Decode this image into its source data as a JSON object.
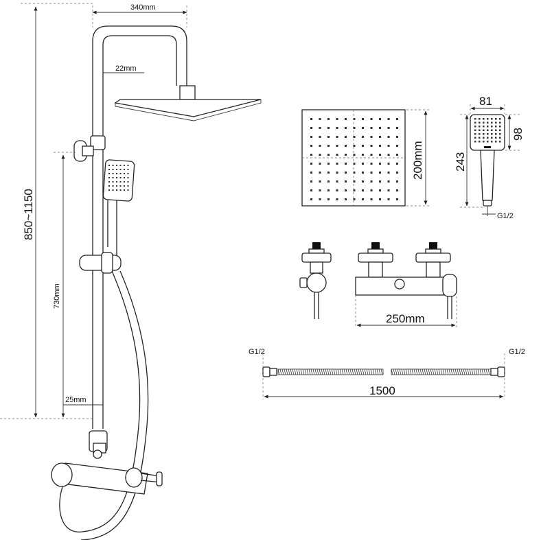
{
  "labels": {
    "arm_width": "340mm",
    "pipe_dia_top": "22mm",
    "height_total": "850~1150",
    "height_mixer": "730mm",
    "pipe_dia_bottom": "25mm",
    "head_size": "200mm",
    "hand_width": "81",
    "hand_head": "98",
    "hand_length": "243",
    "hand_thread": "G1/2",
    "valve_width": "250mm",
    "hose_left_thread": "G1/2",
    "hose_right_thread": "G1/2",
    "hose_length": "1500"
  }
}
